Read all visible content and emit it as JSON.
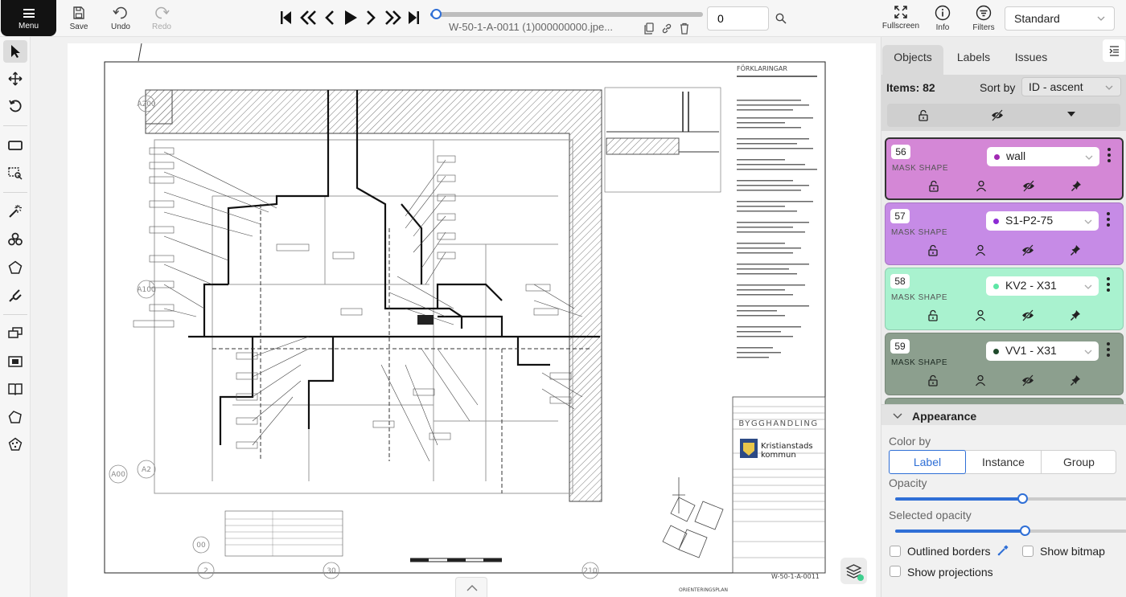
{
  "toolbar": {
    "menu_label": "Menu",
    "save_label": "Save",
    "undo_label": "Undo",
    "redo_label": "Redo",
    "fullscreen_label": "Fullscreen",
    "info_label": "Info",
    "filters_label": "Filters",
    "workspace_value": "Standard"
  },
  "player": {
    "filename": "W-50-1-A-0011 (1)000000000.jpe...",
    "frame_value": "0",
    "progress": 0.02
  },
  "tabs": [
    "Objects",
    "Labels",
    "Issues"
  ],
  "objects": {
    "items_label": "Items: 82",
    "sort_label": "Sort by",
    "sort_value": "ID - ascent",
    "list": [
      {
        "id": "56",
        "type": "MASK SHAPE",
        "label": "wall",
        "color": "#d487d6",
        "dot": "#a129b3",
        "selected": true
      },
      {
        "id": "57",
        "type": "MASK SHAPE",
        "label": "S1-P2-75",
        "color": "#c68be6",
        "dot": "#8c2bd4",
        "selected": false
      },
      {
        "id": "58",
        "type": "MASK SHAPE",
        "label": "KV2 - X31",
        "color": "#a9f2cf",
        "dot": "#5ee6a6",
        "selected": false
      },
      {
        "id": "59",
        "type": "MASK SHAPE",
        "label": "VV1 - X31",
        "color": "#8c9f8e",
        "dot": "#1f4a2b",
        "selected": false
      }
    ]
  },
  "appearance": {
    "title": "Appearance",
    "color_by_label": "Color by",
    "color_by_options": [
      "Label",
      "Instance",
      "Group"
    ],
    "color_by_selected": "Label",
    "opacity_label": "Opacity",
    "opacity_value": 0.55,
    "selected_opacity_label": "Selected opacity",
    "selected_opacity_value": 0.56,
    "outlined_borders_label": "Outlined borders",
    "show_bitmap_label": "Show bitmap",
    "show_projections_label": "Show projections"
  },
  "drawing": {
    "legend_title": "FÖRKLARINGAR",
    "stamp_title": "BYGGHANDLING",
    "org_line1": "Kristianstads",
    "org_line2": "kommun",
    "plan_title": "ORIENTERINGSPLAN",
    "sheet_number": "W-50-1-A-0011",
    "grid_labels": [
      "A200",
      "A100",
      "A2",
      "A00",
      "00",
      "2",
      "30",
      "210"
    ]
  }
}
